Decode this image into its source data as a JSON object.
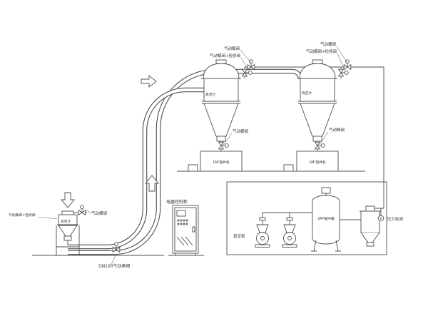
{
  "diagram": {
    "upper_left_receiver": {
      "top_valve_label": "气动蝶阀",
      "top_service_valve_label": "气动蝶阀+检修阀",
      "vacuum_gauge_label": "真空计",
      "discharge_valve_label": "气动蝶阀",
      "bin_label": "1M³搅拌机"
    },
    "upper_right_receiver": {
      "top_valve_label": "气动蝶阀",
      "top_service_valve_label": "气动蝶阀+检修阀",
      "vacuum_gauge_label": "真空计",
      "discharge_valve_label": "气动蝶阀",
      "bin_label": "1M³搅拌机"
    },
    "feeder_station": {
      "service_valve_label": "气动蝶阀+检修阀",
      "vacuum_gauge_label": "真空计",
      "top_valve_label": "气动蝶阀",
      "gate_valve_label": "DN100气动闸阀"
    },
    "control_cabinet_label": "电器控制柜",
    "pump_room": {
      "vacuum_pump_label": "真空泵",
      "buffer_tank_label": "2M³缓冲罐",
      "pressure_gauge_symbol": "P",
      "pressure_detection_label": "压力检测"
    },
    "colors": {
      "line": "#4d4d4d",
      "text": "#333333",
      "background": "#ffffff"
    }
  }
}
